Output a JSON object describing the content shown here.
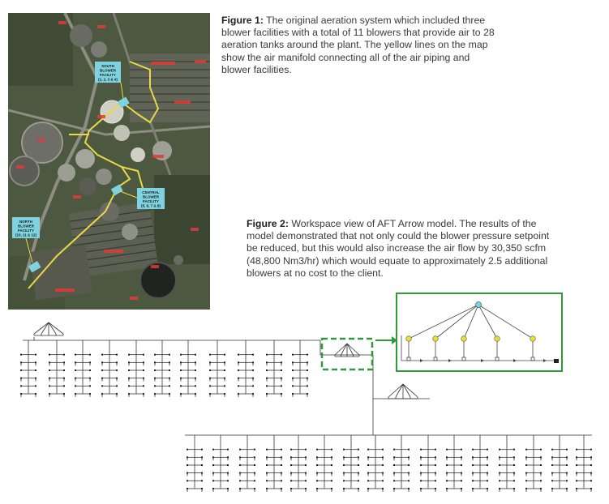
{
  "figure1": {
    "label": "Figure 1:",
    "text": "The original aeration system which included three blower facilities with a total of 11 blowers that provide air to 28 aeration tanks around the plant. The yellow lines on the map show the air manifold connecting all of the air piping and blower facilities."
  },
  "figure2": {
    "label": "Figure 2:",
    "text": "Workspace view of AFT Arrow model. The results of the model demonstrated that not only could the blower pressure setpoint be reduced, but this would also increase the air flow by 30,350 scfm (48,800 Nm3/hr) which would equate to approximately 2.5 additional blowers at no cost to the client."
  },
  "map": {
    "south_label": [
      "SOUTH",
      "BLOWER",
      "FACILITY",
      "(1, 2, 3 & 4)"
    ],
    "central_label": [
      "CENTRAL",
      "BLOWER",
      "FACILITY",
      "(5, 6, 7 & 8)"
    ],
    "north_label": [
      "NORTH",
      "BLOWER",
      "FACILITY",
      "(10, 11 & 12)"
    ]
  },
  "colors": {
    "highlight_green": "#2e9a3c",
    "manifold_yellow": "#e8d84a",
    "tank_tag_red": "#e13a3a",
    "facility_cyan": "#7fd3e0"
  }
}
